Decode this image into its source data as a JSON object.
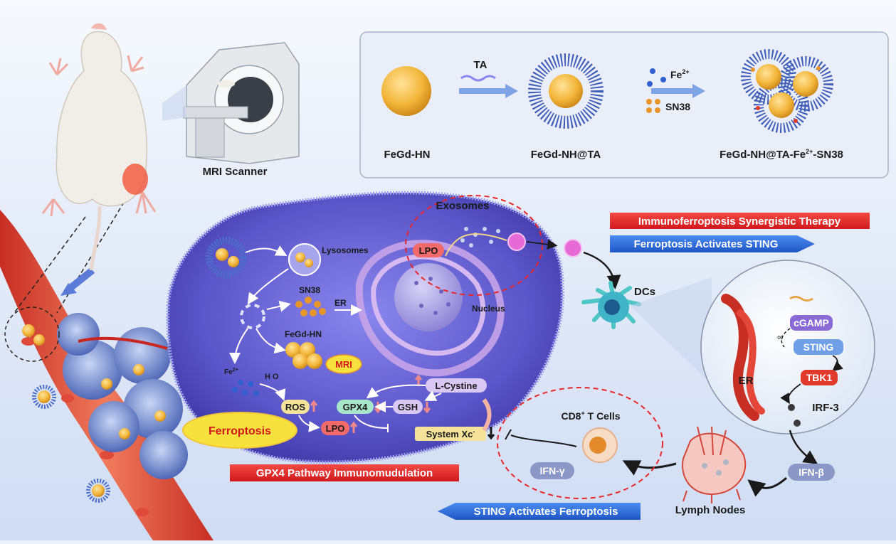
{
  "colors": {
    "background": "#eaf1fb",
    "banner_red": "#e8262a",
    "banner_blue": "#2f6fd6",
    "cell_purple": "#5a55c8",
    "vessel_red": "#e4473a",
    "nanoparticle_gold": "#f2b63a"
  },
  "synthesis": {
    "ta_label": "TA",
    "fe_label": "Fe",
    "fe_sup": "2+",
    "sn38_label": "SN38",
    "product1": "FeGd-HN",
    "product2": "FeGd-NH@TA",
    "product3_a": "FeGd-NH@TA-Fe",
    "product3_sup": "2+",
    "product3_b": "-SN38"
  },
  "mri": {
    "label": "MRI Scanner"
  },
  "cell": {
    "lysosomes": "Lysosomes",
    "sn38": "SN38",
    "er": "ER",
    "nucleus": "Nucleus",
    "fegdhn": "FeGd-HN",
    "mri_badge": "MRI",
    "fe": "Fe",
    "fe_sup": "2+",
    "h2o": "H O",
    "ros": "ROS",
    "gpx4": "GPX4",
    "gsh": "GSH",
    "lcystine": "L-Cystine",
    "lpo": "LPO",
    "systemxc": "System Xc",
    "systemxc_sup": "-",
    "ferroptosis": "Ferroptosis",
    "exosomes": "Exosomes",
    "exo_lpo": "LPO"
  },
  "banners": {
    "immuno": "Immunoferroptosis Synergistic Therapy",
    "ferro_sting": "Ferroptosis Activates STING",
    "gpx4": "GPX4 Pathway Immunomudulation",
    "sting_ferro": "STING Activates Ferroptosis"
  },
  "immune": {
    "dcs": "DCs",
    "cgamp": "cGAMP",
    "sting": "STING",
    "tbk1": "TBK1",
    "irf3": "IRF-3",
    "er": "ER",
    "ifnb": "IFN-β",
    "lymph": "Lymph Nodes",
    "cd8": "CD8",
    "cd8_sup": "+",
    "cd8_rest": " T Cells",
    "ifng": "IFN-γ"
  }
}
